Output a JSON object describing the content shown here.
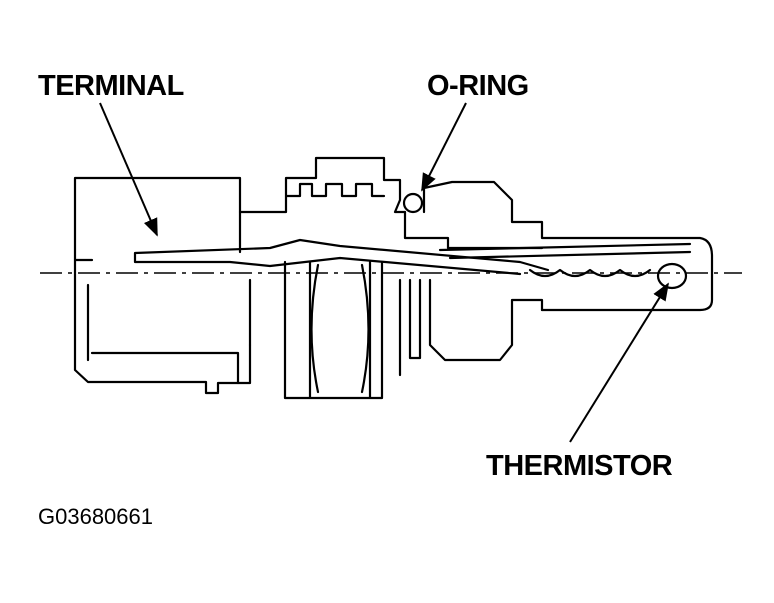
{
  "labels": {
    "terminal": "TERMINAL",
    "o_ring": "O-RING",
    "thermistor": "THERMISTOR"
  },
  "figure_code": "G03680661",
  "colors": {
    "line": "#000000",
    "background": "#ffffff"
  }
}
